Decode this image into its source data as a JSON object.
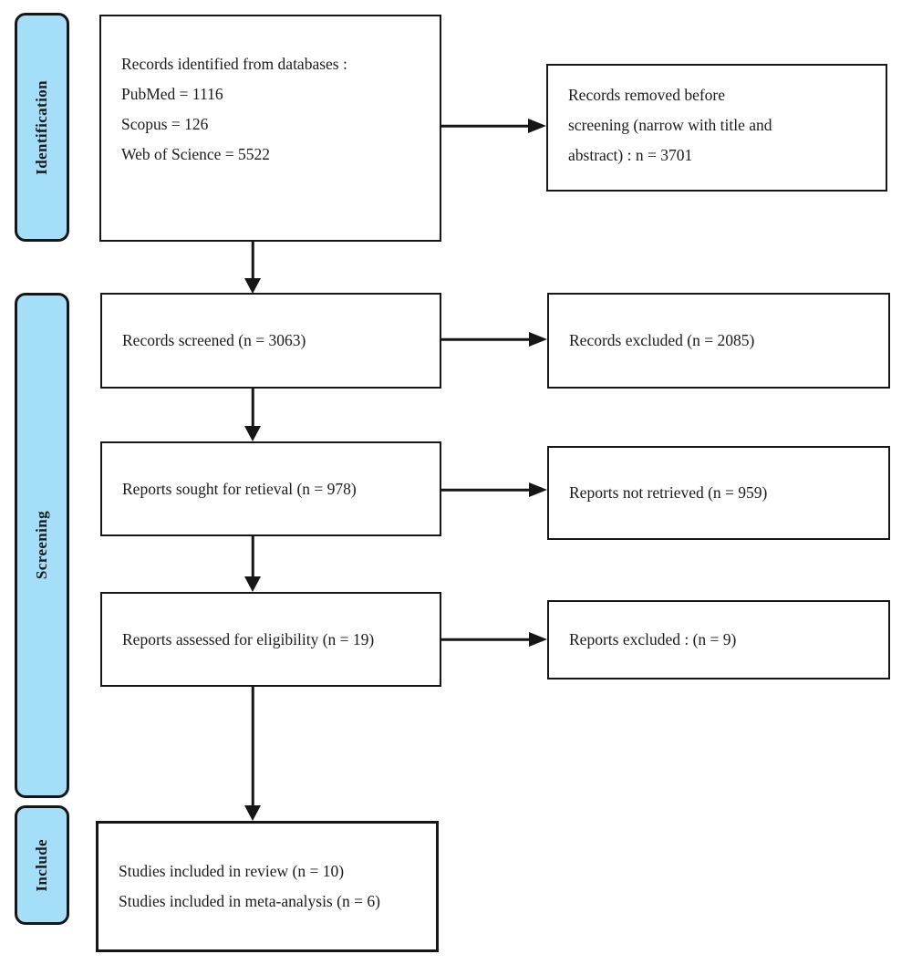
{
  "diagram_type": "PRISMA flow diagram",
  "palette": {
    "stage_fill": "#a4def9",
    "line": "#161616",
    "background": "#ffffff",
    "text": "#1b1b1b"
  },
  "stages": [
    {
      "label": "Identification"
    },
    {
      "label": "Screening"
    },
    {
      "label": "Include"
    }
  ],
  "boxes": {
    "identified": {
      "lines": [
        "Records identified from databases :",
        "PubMed = 1116",
        "Scopus = 126",
        "Web of Science = 5522"
      ]
    },
    "removed": {
      "lines": [
        "Records removed before",
        "screening (narrow with title and",
        "abstract) : n = 3701"
      ]
    },
    "screened": {
      "lines": [
        "Records screened (n = 3063)"
      ]
    },
    "excluded": {
      "lines": [
        "Records excluded (n = 2085)"
      ]
    },
    "sought": {
      "lines": [
        "Reports sought for retieval (n = 978)"
      ]
    },
    "not_retrieved": {
      "lines": [
        "Reports not retrieved (n = 959)"
      ]
    },
    "assessed": {
      "lines": [
        "Reports assessed for eligibility (n = 19)"
      ]
    },
    "reports_excluded": {
      "lines": [
        "Reports excluded : (n = 9)"
      ]
    },
    "included": {
      "lines": [
        "Studies included in review (n = 10)",
        "Studies included in meta-analysis (n = 6)"
      ]
    }
  }
}
